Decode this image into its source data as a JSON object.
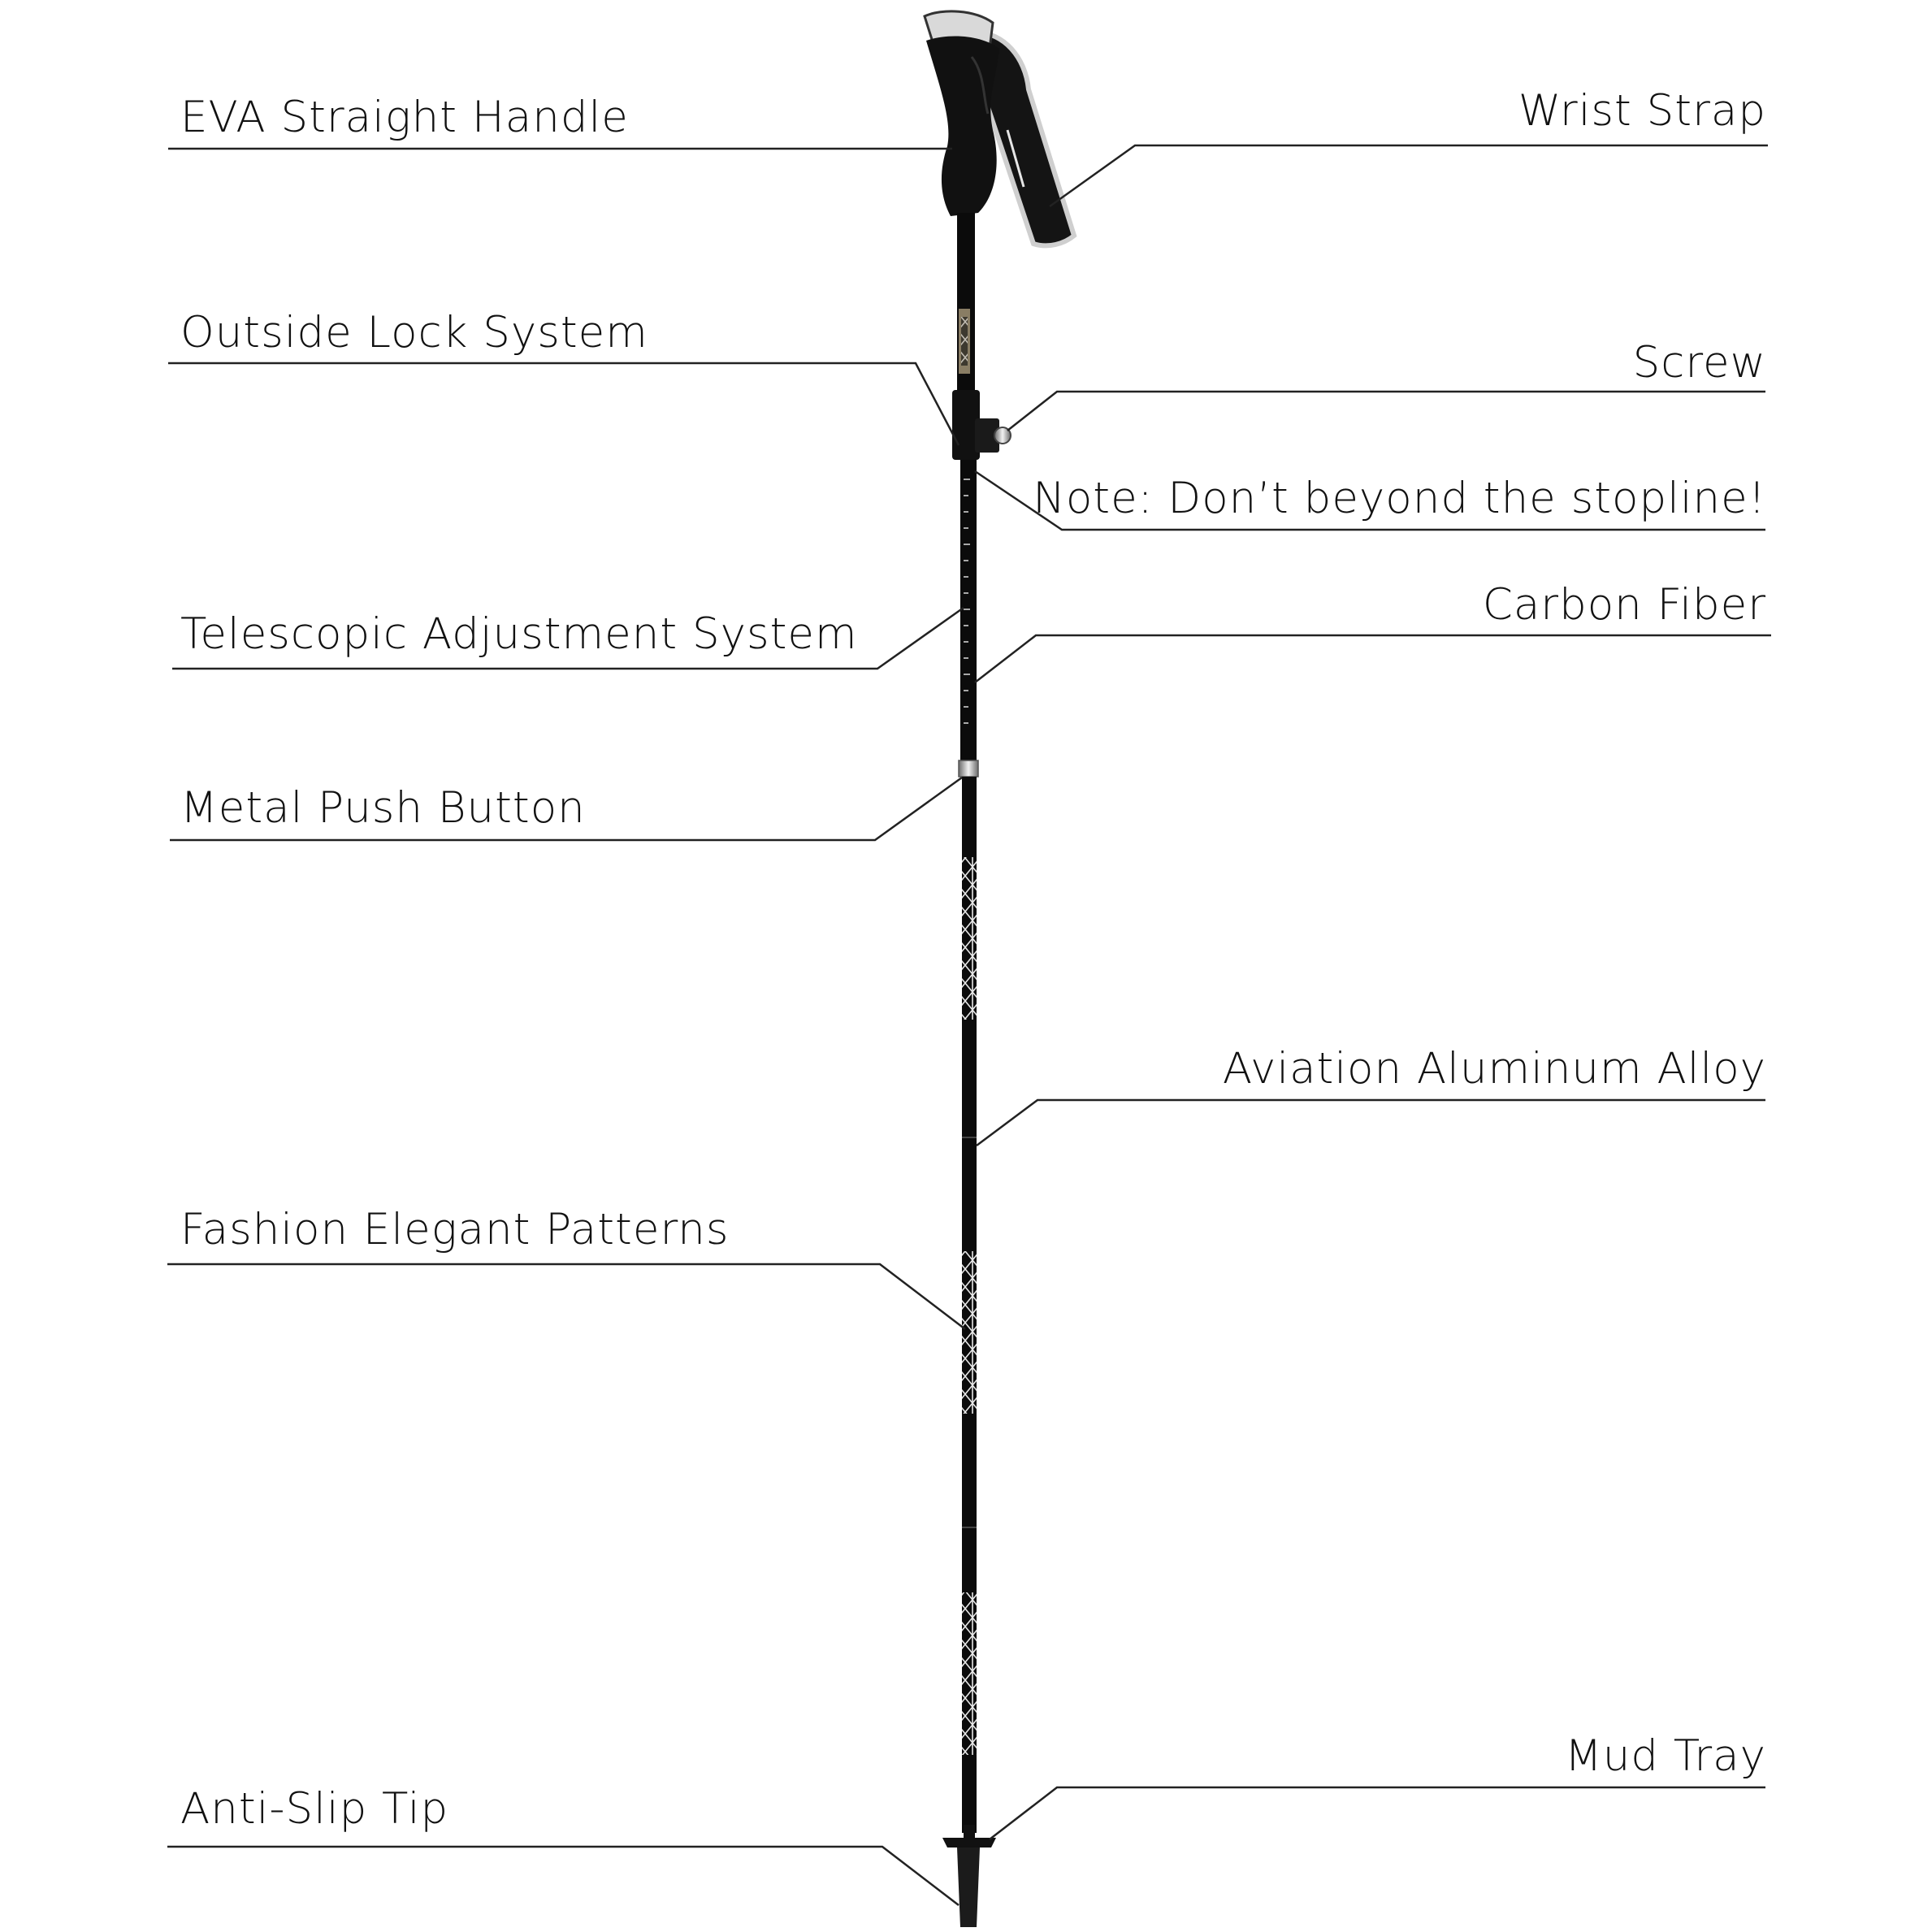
{
  "diagram": {
    "labels_left": [
      {
        "id": "eva-straight-handle",
        "text": "EVA Straight Handle"
      },
      {
        "id": "outside-lock-system",
        "text": "Outside Lock System"
      },
      {
        "id": "telescopic-adjustment-system",
        "text": "Telescopic Adjustment System"
      },
      {
        "id": "metal-push-button",
        "text": "Metal Push Button"
      },
      {
        "id": "fashion-elegant-patterns",
        "text": "Fashion Elegant Patterns"
      },
      {
        "id": "anti-slip-tip",
        "text": "Anti-Slip Tip"
      }
    ],
    "labels_right": [
      {
        "id": "wrist-strap",
        "text": "Wrist Strap"
      },
      {
        "id": "screw",
        "text": "Screw"
      },
      {
        "id": "stopline-note",
        "text": "Note: Don’t beyond the stopline!"
      },
      {
        "id": "carbon-fiber",
        "text": "Carbon Fiber"
      },
      {
        "id": "aviation-aluminum-alloy",
        "text": "Aviation Aluminum Alloy"
      },
      {
        "id": "mud-tray",
        "text": "Mud Tray"
      }
    ]
  },
  "colors": {
    "line": "#222222",
    "pole": "#0b0b0b",
    "strap_edge": "#cfcfcf",
    "background": "#ffffff"
  }
}
